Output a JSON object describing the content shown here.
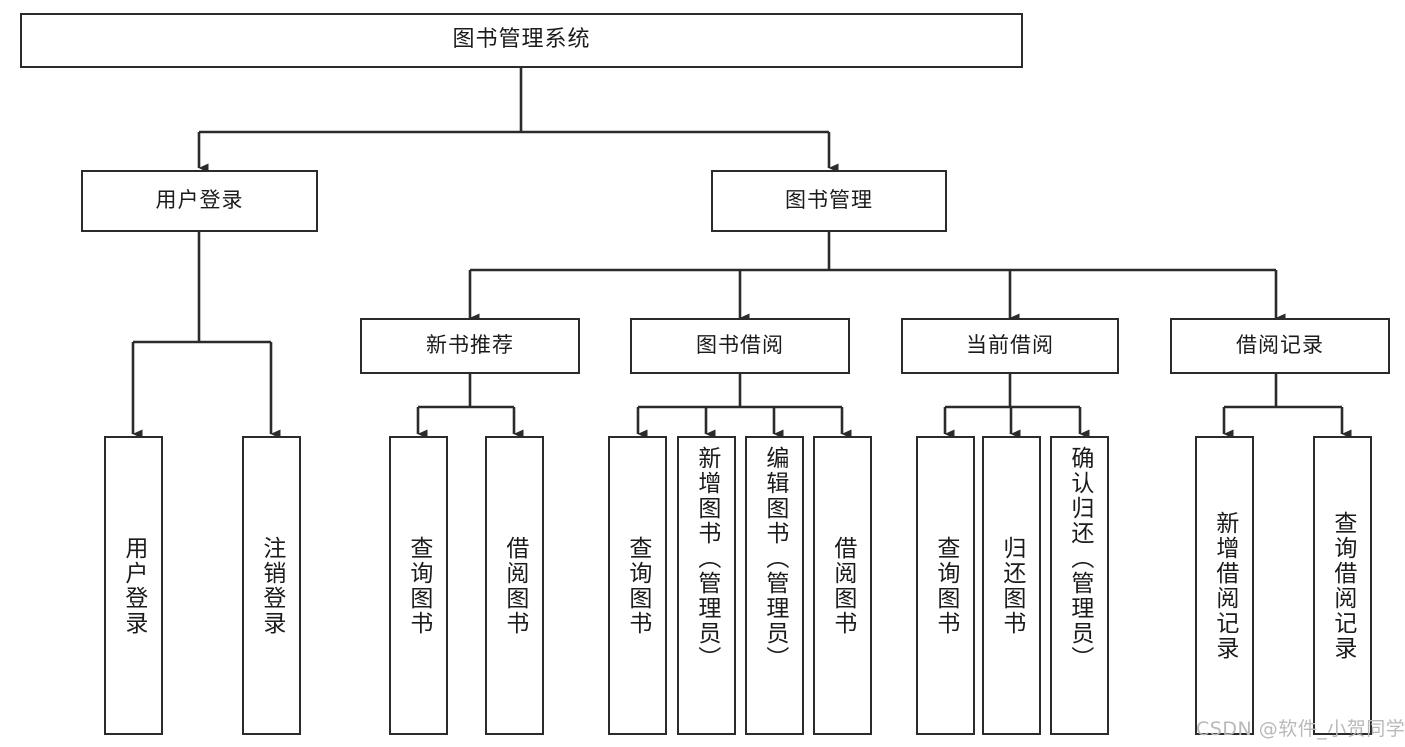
{
  "diagram": {
    "title": "图书管理系统",
    "type": "tree-hierarchy-chart",
    "line_color": "#2b2b2b",
    "background_color": "#ffffff",
    "text_color": "#1b1b1b"
  },
  "root": {
    "label": "图书管理系统"
  },
  "level2": [
    {
      "label": "用户登录"
    },
    {
      "label": "图书管理"
    }
  ],
  "level3": [
    {
      "label": "新书推荐"
    },
    {
      "label": "图书借阅"
    },
    {
      "label": "当前借阅"
    },
    {
      "label": "借阅记录"
    }
  ],
  "leaves": {
    "user_login": [
      {
        "label": "用户登录"
      },
      {
        "label": "注销登录"
      }
    ],
    "new_book_recommend": [
      {
        "label": "查询图书"
      },
      {
        "label": "借阅图书"
      }
    ],
    "book_borrow": [
      {
        "label": "查询图书"
      },
      {
        "label": "新增图书（管理员）"
      },
      {
        "label": "编辑图书（管理员）"
      },
      {
        "label": "借阅图书"
      }
    ],
    "current_borrow": [
      {
        "label": "查询图书"
      },
      {
        "label": "归还图书"
      },
      {
        "label": "确认归还（管理员）"
      }
    ],
    "borrow_record": [
      {
        "label": "新增借阅记录"
      },
      {
        "label": "查询借阅记录"
      }
    ]
  },
  "watermark": {
    "text": "CSDN @软件_小贺同学",
    "color": "#b9b9b9"
  }
}
